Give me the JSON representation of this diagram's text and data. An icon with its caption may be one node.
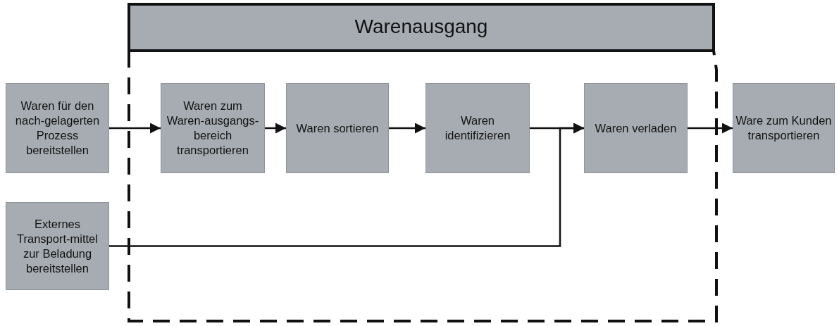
{
  "diagram": {
    "nodes": [
      {
        "text": [
          "Warenausgang"
        ]
      },
      {
        "text": [
          "Waren für den nach-gelagerten Prozess bereitstellen"
        ]
      },
      {
        "text": [
          "Waren zum Waren-ausgangs-bereich transportieren"
        ],
        "in": 0
      },
      {
        "text": [
          "Waren sortieren"
        ],
        "in": 0
      },
      {
        "text": [
          "Waren identifizieren"
        ],
        "in": 0
      },
      {
        "text": [
          "Waren verladen"
        ],
        "in": 0
      },
      {
        "text": [
          "Ware zum Kunden transportieren"
        ]
      },
      {
        "text": [
          "Externes Transport-mittel zur Beladung bereitstellen"
        ]
      }
    ],
    "edges": [
      {
        "from": 1,
        "to": 2,
        "arrow": "to"
      },
      {
        "from": 2,
        "to": 3,
        "arrow": "to"
      },
      {
        "from": 3,
        "to": 4,
        "arrow": "to"
      },
      {
        "from": 4,
        "to": 5,
        "arrow": "to"
      },
      {
        "from": 7,
        "to": 5,
        "arrow": "to"
      },
      {
        "from": 5,
        "to": 6,
        "arrow": "to"
      }
    ]
  }
}
